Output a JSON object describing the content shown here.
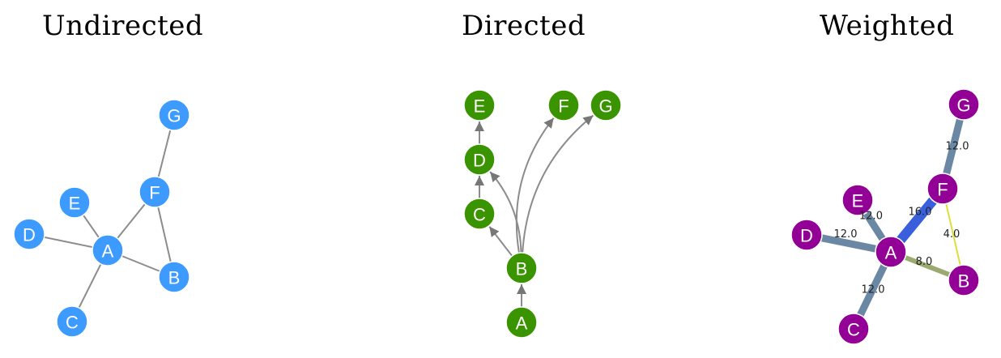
{
  "titles": {
    "undirected": "Undirected",
    "directed": "Directed",
    "weighted": "Weighted"
  },
  "colors": {
    "undirected_node": "#3d9bff",
    "directed_node": "#3a9400",
    "weighted_node": "#930096",
    "edge_gray": "#8c8c8c",
    "arrow_gray": "#777777"
  },
  "graphs": {
    "undirected": {
      "nodes": [
        "A",
        "B",
        "C",
        "D",
        "E",
        "F",
        "G"
      ],
      "edges": [
        [
          "A",
          "B"
        ],
        [
          "A",
          "C"
        ],
        [
          "A",
          "D"
        ],
        [
          "A",
          "E"
        ],
        [
          "A",
          "F"
        ],
        [
          "F",
          "B"
        ],
        [
          "F",
          "G"
        ]
      ]
    },
    "directed": {
      "nodes": [
        "A",
        "B",
        "C",
        "D",
        "E",
        "F",
        "G"
      ],
      "edges": [
        [
          "A",
          "B"
        ],
        [
          "B",
          "C"
        ],
        [
          "B",
          "D"
        ],
        [
          "B",
          "F"
        ],
        [
          "B",
          "G"
        ],
        [
          "C",
          "D"
        ],
        [
          "D",
          "E"
        ]
      ]
    },
    "weighted": {
      "nodes": [
        "A",
        "B",
        "C",
        "D",
        "E",
        "F",
        "G"
      ],
      "edges": [
        {
          "from": "A",
          "to": "C",
          "weight": "12.0",
          "color": "#6a88a3"
        },
        {
          "from": "A",
          "to": "D",
          "weight": "12.0",
          "color": "#6a88a3"
        },
        {
          "from": "A",
          "to": "E",
          "weight": "12.0",
          "color": "#6a88a3"
        },
        {
          "from": "A",
          "to": "F",
          "weight": "16.0",
          "color": "#3a5fdc"
        },
        {
          "from": "A",
          "to": "B",
          "weight": "8.0",
          "color": "#9aaa70"
        },
        {
          "from": "F",
          "to": "B",
          "weight": "4.0",
          "color": "#dede3a"
        },
        {
          "from": "F",
          "to": "G",
          "weight": "12.0",
          "color": "#6a88a3"
        }
      ]
    }
  }
}
